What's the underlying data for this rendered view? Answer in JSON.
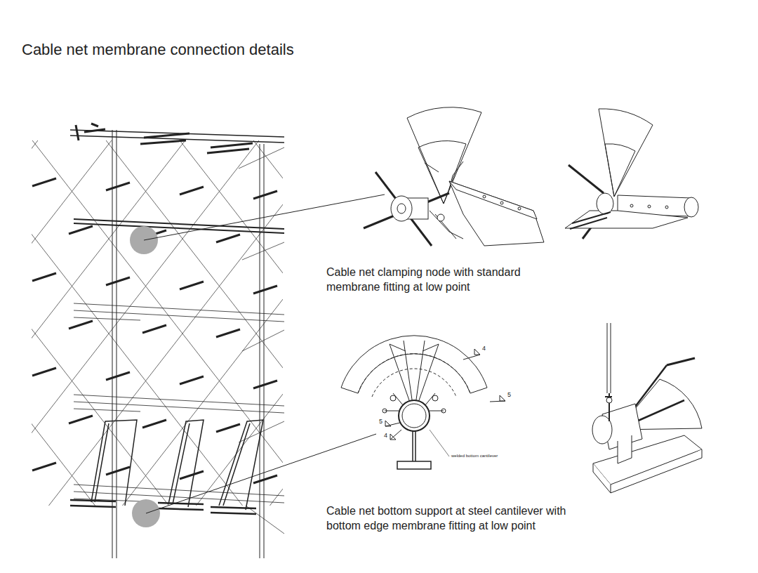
{
  "diagram": {
    "title": "Cable net membrane connection details",
    "labels": [
      "Cable net clamping node with standard membrane fitting at low point",
      "4",
      "5",
      "5",
      "4",
      "welded bottom cantilever",
      "Cable net bottom support at steel cantilever with bottom edge membrane fitting at low point"
    ]
  }
}
